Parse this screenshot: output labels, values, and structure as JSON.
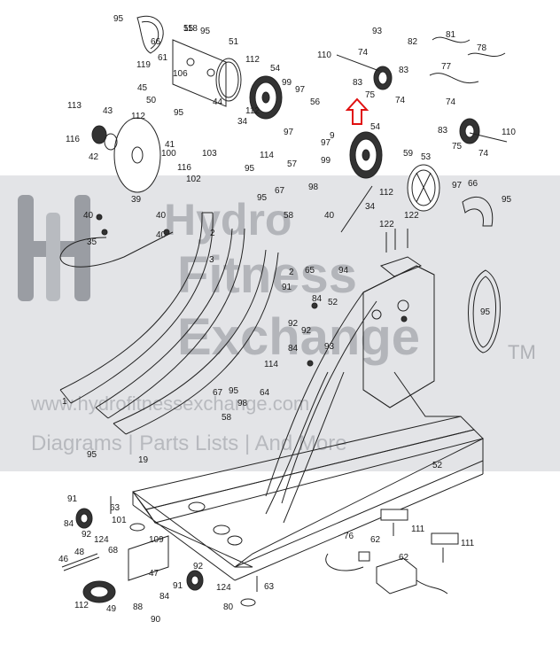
{
  "watermark": {
    "line1": "Hydro",
    "line2": "Fitness",
    "line3": "Exchange",
    "trademark": "TM",
    "url": "www.hydrofitnessexchange.com",
    "tagline": "Diagrams | Parts Lists | And More"
  },
  "colors": {
    "band": "#e3e4e7",
    "watermark_text": "#8d9096",
    "arrow": "#e01010",
    "line": "#222222"
  },
  "callouts": [
    "95",
    "118",
    "66",
    "61",
    "55",
    "95",
    "51",
    "119",
    "106",
    "112",
    "54",
    "45",
    "50",
    "112",
    "95",
    "44",
    "99",
    "97",
    "56",
    "112",
    "41",
    "34",
    "97",
    "113",
    "43",
    "116",
    "42",
    "103",
    "100",
    "116",
    "102",
    "39",
    "40",
    "40",
    "40",
    "35",
    "93",
    "82",
    "110",
    "74",
    "83",
    "75",
    "83",
    "74",
    "81",
    "78",
    "77",
    "74",
    "83",
    "75",
    "74",
    "110",
    "9",
    "97",
    "54",
    "99",
    "59",
    "53",
    "114",
    "57",
    "95",
    "67",
    "98",
    "95",
    "112",
    "97",
    "66",
    "95",
    "34",
    "40",
    "122",
    "122",
    "58",
    "2",
    "3",
    "2",
    "65",
    "94",
    "91",
    "84",
    "92",
    "52",
    "92",
    "84",
    "93",
    "64",
    "114",
    "67",
    "95",
    "98",
    "58",
    "95",
    "19",
    "95",
    "1",
    "52",
    "91",
    "84",
    "92",
    "124",
    "63",
    "101",
    "109",
    "68",
    "47",
    "46",
    "48",
    "112",
    "49",
    "88",
    "90",
    "84",
    "92",
    "91",
    "124",
    "63",
    "80",
    "76",
    "62",
    "111",
    "62",
    "111"
  ]
}
